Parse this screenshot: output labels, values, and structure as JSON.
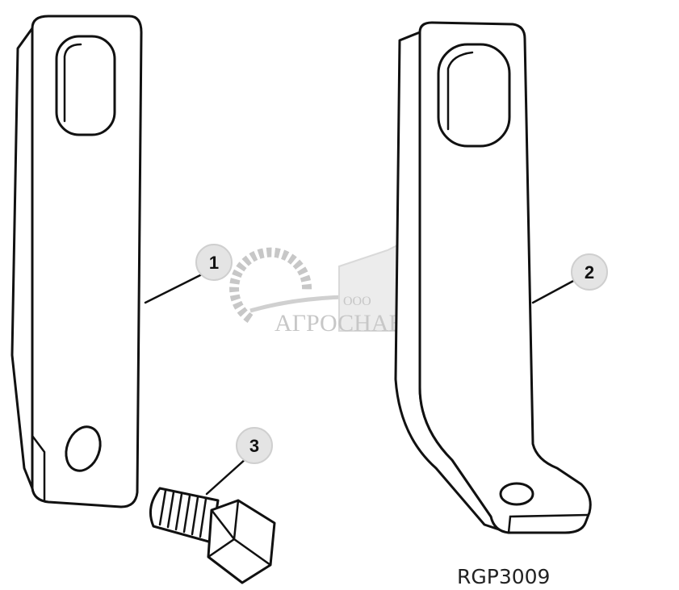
{
  "callouts": [
    {
      "label": "1"
    },
    {
      "label": "2"
    },
    {
      "label": "3"
    }
  ],
  "figure_code": "RGP3009",
  "watermark": {
    "prefix": "ООО",
    "name": "АГРОСНАБ"
  }
}
